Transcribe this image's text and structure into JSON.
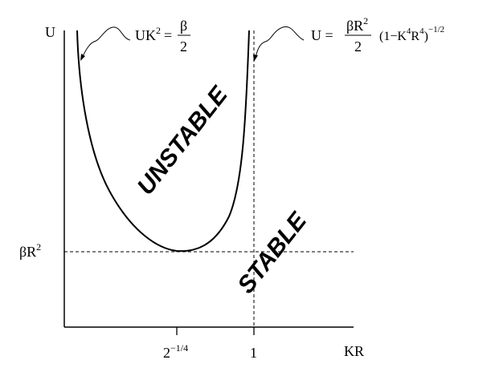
{
  "diagram": {
    "axes": {
      "y_label": "U",
      "x_label": "KR"
    },
    "y_ticks": {
      "beta_r2": {
        "base": "βR",
        "sup": "2"
      }
    },
    "x_ticks": {
      "two_pow": {
        "base": "2",
        "sup": "−1/4"
      },
      "one": "1"
    },
    "regions": {
      "unstable": "UNSTABLE",
      "stable": "STABLE"
    },
    "left_equation": {
      "lhs": "UK",
      "lhs_sup": "2",
      "equals": "=",
      "numerator": "β",
      "denominator": "2"
    },
    "right_equation": {
      "lhs": "U =",
      "numerator": "βR",
      "numerator_sup": "2",
      "denominator": "2",
      "factor": "(1−K",
      "factor_sup1": "4",
      "factor_mid": "R",
      "factor_sup2": "4",
      "factor_close": ")",
      "exponent": "−1/2"
    }
  }
}
